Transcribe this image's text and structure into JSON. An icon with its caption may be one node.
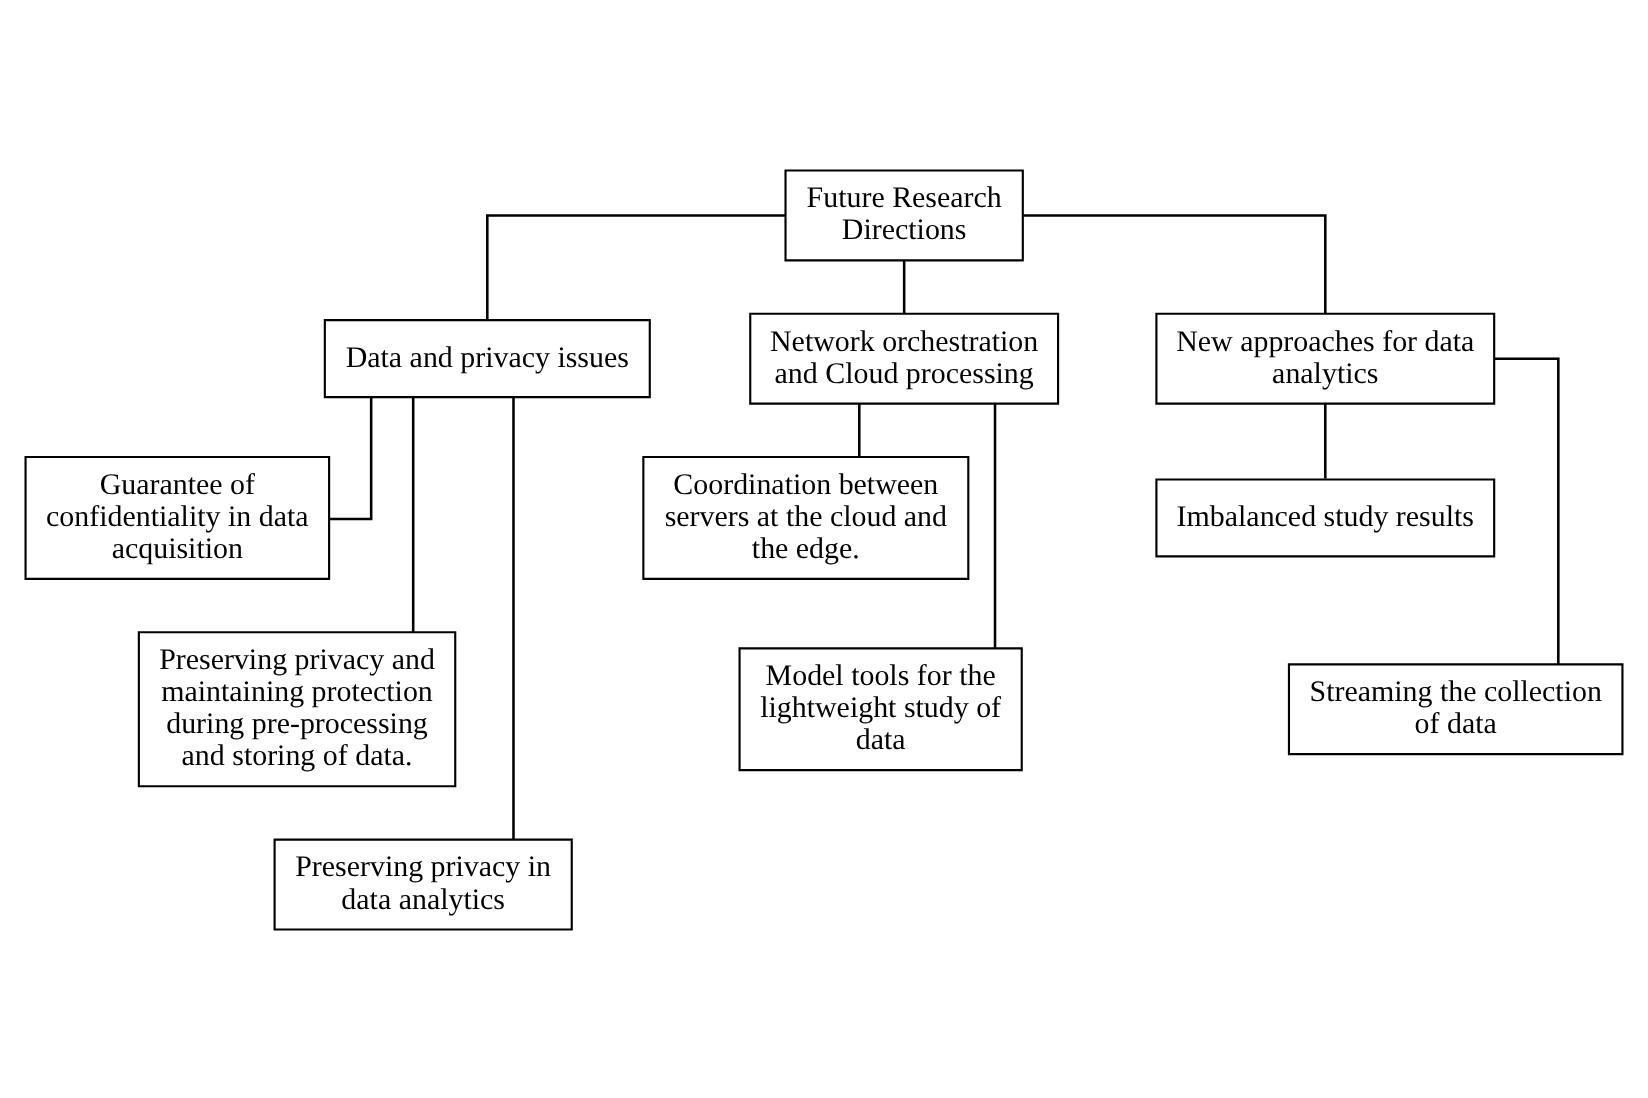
{
  "diagram": {
    "nodes": [
      {
        "text": [
          "Future Research Directions"
        ]
      },
      {
        "text": [
          "Data and privacy issues"
        ]
      },
      {
        "text": [
          "Network orchestration and Cloud processing"
        ]
      },
      {
        "text": [
          "New approaches for data analytics"
        ]
      },
      {
        "text": [
          "Guarantee of confidentiality in data acquisition"
        ]
      },
      {
        "text": [
          "Preserving privacy and maintaining protection during pre-processing and storing of data."
        ]
      },
      {
        "text": [
          "Preserving privacy in data analytics"
        ]
      },
      {
        "text": [
          "Coordination between servers at the cloud and the edge."
        ]
      },
      {
        "text": [
          "Model tools for the lightweight study of data"
        ]
      },
      {
        "text": [
          "Imbalanced study results"
        ]
      },
      {
        "text": [
          "Streaming the collection of data"
        ]
      }
    ],
    "edges": [
      {
        "from": 0,
        "to": 1,
        "arrow": "none"
      },
      {
        "from": 0,
        "to": 2,
        "arrow": "none"
      },
      {
        "from": 0,
        "to": 3,
        "arrow": "none"
      },
      {
        "from": 1,
        "to": 4,
        "arrow": "none"
      },
      {
        "from": 1,
        "to": 5,
        "arrow": "none"
      },
      {
        "from": 1,
        "to": 6,
        "arrow": "none"
      },
      {
        "from": 2,
        "to": 7,
        "arrow": "none"
      },
      {
        "from": 2,
        "to": 8,
        "arrow": "none"
      },
      {
        "from": 3,
        "to": 9,
        "arrow": "none"
      },
      {
        "from": 3,
        "to": 10,
        "arrow": "none"
      }
    ]
  }
}
